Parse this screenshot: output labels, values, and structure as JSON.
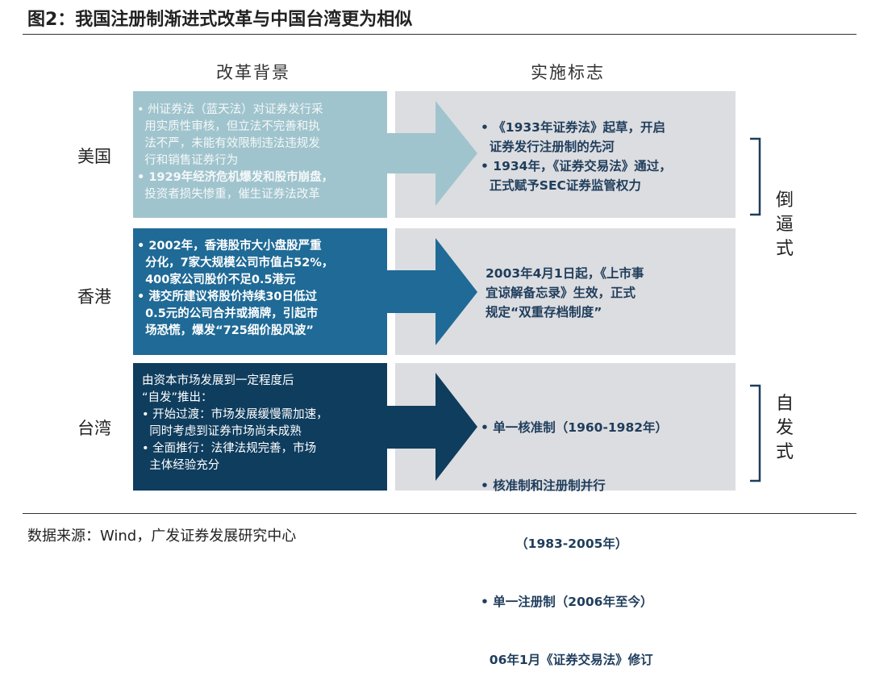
{
  "title": "图2：我国注册制渐进式改革与中国台湾更为相似",
  "headers": {
    "background": "改革背景",
    "implementation": "实施标志"
  },
  "rows": [
    {
      "country": "美国",
      "left": [
        "• 州证券法（蓝天法）对证券发行采",
        "  用实质性审核，但立法不完善和执",
        "  法不严，未能有效限制违法违规发",
        "  行和销售证券行为",
        "• 1929年经济危机爆发和股市崩盘，",
        "  投资者损失惨重，催生证券法改革"
      ],
      "right": [
        "• 《1933年证券法》起草，开启",
        "  证券发行注册制的先河",
        "• 1934年，《证券交易法》通过，",
        "  正式赋予SEC证券监管权力"
      ]
    },
    {
      "country": "香港",
      "left": [
        "• 2002年，香港股市大小盘股严重",
        "  分化，7家大规模公司市值占52%，",
        "  400家公司股价不足0.5港元",
        "• 港交所建议将股价持续30日低过",
        "  0.5元的公司合并或摘牌，引起市",
        "  场恐慌，爆发“725细价股风波”"
      ],
      "right": [
        "2003年4月1日起，《上市事",
        "宜谅解备忘录》生效，正式",
        "规定“双重存档制度”"
      ]
    },
    {
      "country": "台湾",
      "left": [
        "由资本市场发展到一定程度后",
        "“自发”推出：",
        "• 开始过渡：市场发展缓慢需加速，",
        "  同时考虑到证券市场尚未成熟",
        "• 全面推行：法律法规完善，市场",
        "  主体经验充分"
      ],
      "right": [
        "• 单一核准制（1960-1982年）",
        "• 核准制和注册制并行",
        "        （1983-2005年）",
        "• 单一注册制（2006年至今）",
        "  06年1月《证券交易法》修订"
      ]
    }
  ],
  "groups": {
    "forced": "倒逼式",
    "spontaneous": "自发式"
  },
  "source": "数据来源：Wind，广发证券发展研究中心",
  "colors": {
    "us": "#a0c4cd",
    "hk": "#1f6a96",
    "tw": "#0f3d5e",
    "gray": "#dcdde0"
  }
}
